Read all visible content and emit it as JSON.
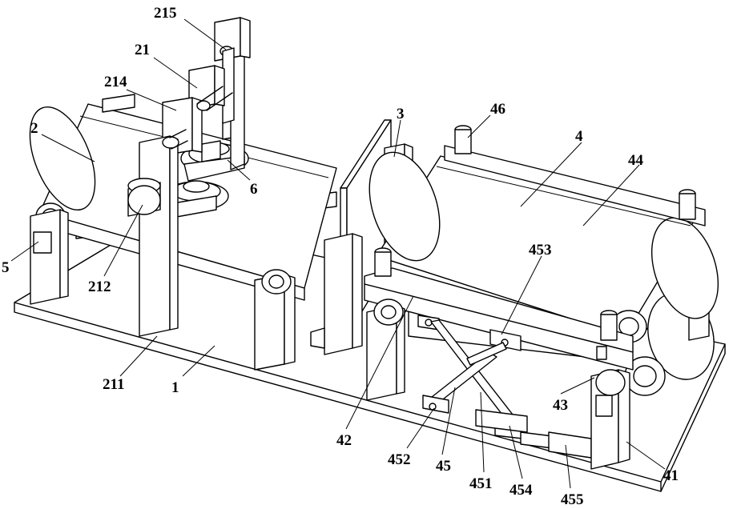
{
  "labels": {
    "l215": "215",
    "l21": "21",
    "l214": "214",
    "l2": "2",
    "l6": "6",
    "l5": "5",
    "l212": "212",
    "l211": "211",
    "l1": "1",
    "l3": "3",
    "l46": "46",
    "l4": "4",
    "l44": "44",
    "l453": "453",
    "l43": "43",
    "l42": "42",
    "l452": "452",
    "l45": "45",
    "l451": "451",
    "l454": "454",
    "l455": "455",
    "l41": "41"
  }
}
